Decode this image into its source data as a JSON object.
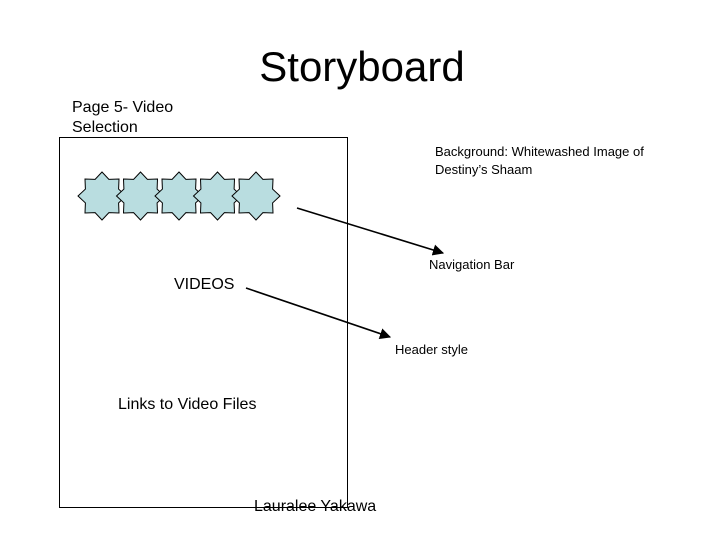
{
  "title": "Storyboard",
  "subtitle": "Page 5- Video\nSelection",
  "annotations": {
    "background": "Background: Whitewashed Image of\nDestiny’s Shaam",
    "navigation": "Navigation Bar",
    "header": "Header style"
  },
  "mockup": {
    "videos_label": "VIDEOS",
    "links_label": "Links to Video Files",
    "nav_icon_count": 5,
    "nav_icon_fill": "#b9dde0"
  },
  "author": "Lauralee Yakawa"
}
